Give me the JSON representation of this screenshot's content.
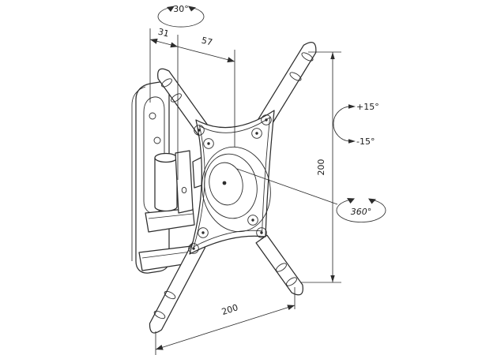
{
  "diagram": {
    "subject": "Tilt-and-swivel TV wall mount bracket, dimensioned line drawing",
    "background_color": "#ffffff",
    "line_color": "#2d2d2d",
    "labels": {
      "swivel_angle": "30°",
      "wall_offset": "31",
      "arm_length": "57",
      "tilt_up": "+15°",
      "tilt_down": "-15°",
      "vesa_height": "200",
      "rotation": "360°",
      "vesa_width": "200"
    }
  }
}
